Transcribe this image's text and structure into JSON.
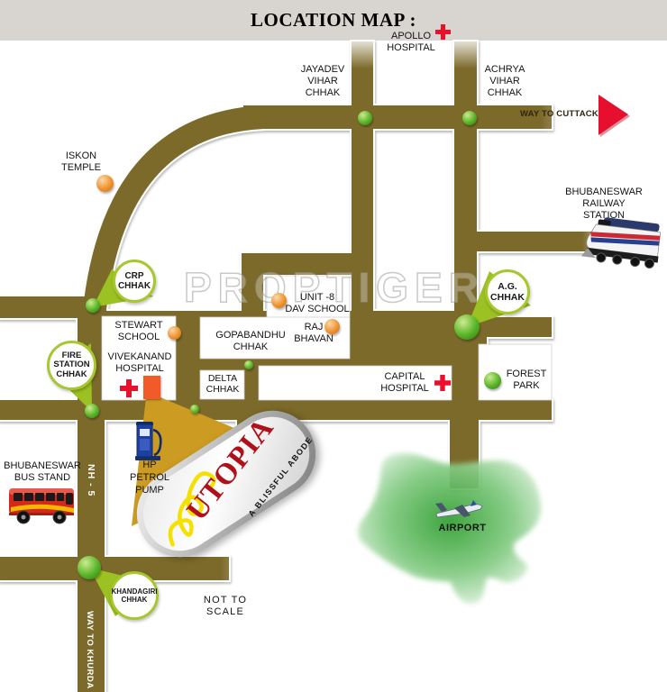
{
  "title": "LOCATION MAP :",
  "watermark": "PROPTIGER",
  "colors": {
    "road": "#7c6a2a",
    "header_bg": "#d8d5d0",
    "accent_red": "#e8112d",
    "badge_border": "#a6c72e",
    "tail_green": "#9cc122",
    "beam_gold": "#cc9b22",
    "logo_red": "#b0101a",
    "ornament_yellow": "#f6e000"
  },
  "icons": {
    "red_cross": "hospital cross",
    "green_dot": "road junction",
    "orange_dot": "landmark",
    "arrow_right": "direction arrow",
    "train": "railway station",
    "bus": "bus stand",
    "petrol_pump": "petrol pump",
    "plane": "airport"
  },
  "labels": {
    "apollo": [
      "APOLLO",
      "HOSPITAL"
    ],
    "jayadev": [
      "JAYADEV",
      "VIHAR",
      "CHHAK"
    ],
    "achrya": [
      "ACHRYA",
      "VIHAR",
      "CHHAK"
    ],
    "way_to_cuttack": "WAY TO CUTTACK",
    "iskon": [
      "ISKON",
      "TEMPLE"
    ],
    "railway": [
      "BHUBANESWAR",
      "RAILWAY",
      "STATION"
    ],
    "crp": [
      "CRP",
      "CHHAK"
    ],
    "ag": [
      "A.G.",
      "CHHAK"
    ],
    "unit8": [
      "UNIT -8",
      "DAV SCHOOL"
    ],
    "gopabandhu": [
      "GOPABANDHU",
      "CHHAK"
    ],
    "raj": [
      "RAJ",
      "BHAVAN"
    ],
    "stewart": [
      "STEWART",
      "SCHOOL"
    ],
    "vivekanand": [
      "VIVEKANAND",
      "HOSPITAL"
    ],
    "delta": [
      "DELTA",
      "CHHAK"
    ],
    "capital": [
      "CAPITAL",
      "HOSPITAL"
    ],
    "forest": [
      "FOREST",
      "PARK"
    ],
    "fire": [
      "FIRE",
      "STATION",
      "CHHAK"
    ],
    "hp": [
      "HP",
      "PETROL",
      "PUMP"
    ],
    "bus": [
      "BHUBANESWAR",
      "BUS STAND"
    ],
    "nh5": "NH - 5",
    "khandagiri": [
      "KHANDAGIRI",
      "CHHAK"
    ],
    "not_to_scale": "NOT TO SCALE",
    "way_to_khurda": "WAY TO KHURDA",
    "airport": "AIRPORT"
  },
  "logo": {
    "name": "UTOPIA",
    "tagline": "A BLISSFUL ABODE"
  }
}
